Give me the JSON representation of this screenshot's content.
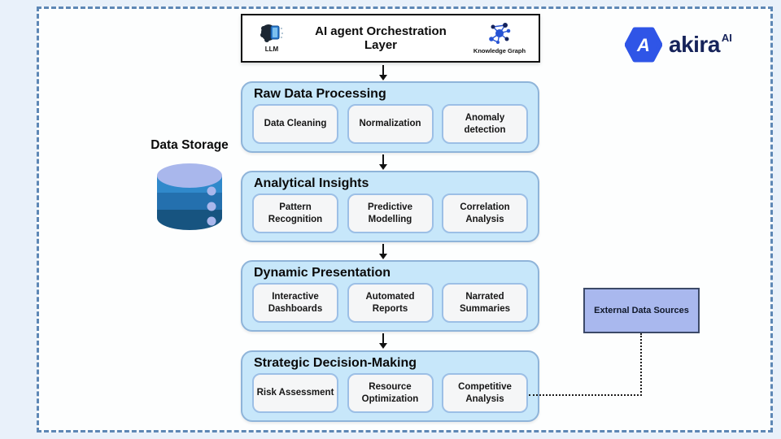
{
  "logo": {
    "name": "akira",
    "superscript": "AI"
  },
  "orchestration": {
    "title": "AI agent Orchestration Layer",
    "llm_label": "LLM",
    "kg_label": "Knowledge Graph"
  },
  "data_storage": {
    "label": "Data Storage"
  },
  "stages": [
    {
      "title": "Raw Data Processing",
      "items": [
        "Data Cleaning",
        "Normalization",
        "Anomaly detection"
      ]
    },
    {
      "title": "Analytical Insights",
      "items": [
        "Pattern Recognition",
        "Predictive Modelling",
        "Correlation Analysis"
      ]
    },
    {
      "title": "Dynamic Presentation",
      "items": [
        "Interactive Dashboards",
        "Automated Reports",
        "Narrated Summaries"
      ]
    },
    {
      "title": "Strategic Decision-Making",
      "items": [
        "Risk Assessment",
        "Resource Optimization",
        "Competitive Analysis"
      ]
    }
  ],
  "external": {
    "label": "External Data Sources"
  },
  "colors": {
    "frame_dash": "#5d87b5",
    "stage_fill": "#c7e7fa",
    "stage_border": "#8fb4d9",
    "card_fill": "#f5f6f7",
    "card_border": "#9cbfe6",
    "external_fill": "#a9b8ee",
    "logo_hexagon": "#2f55e7",
    "logo_text": "#16235a",
    "cylinder_top": "#a9b7ec",
    "cylinder_band1": "#3089cb",
    "cylinder_band2": "#2470ae",
    "cylinder_band3": "#175480"
  }
}
